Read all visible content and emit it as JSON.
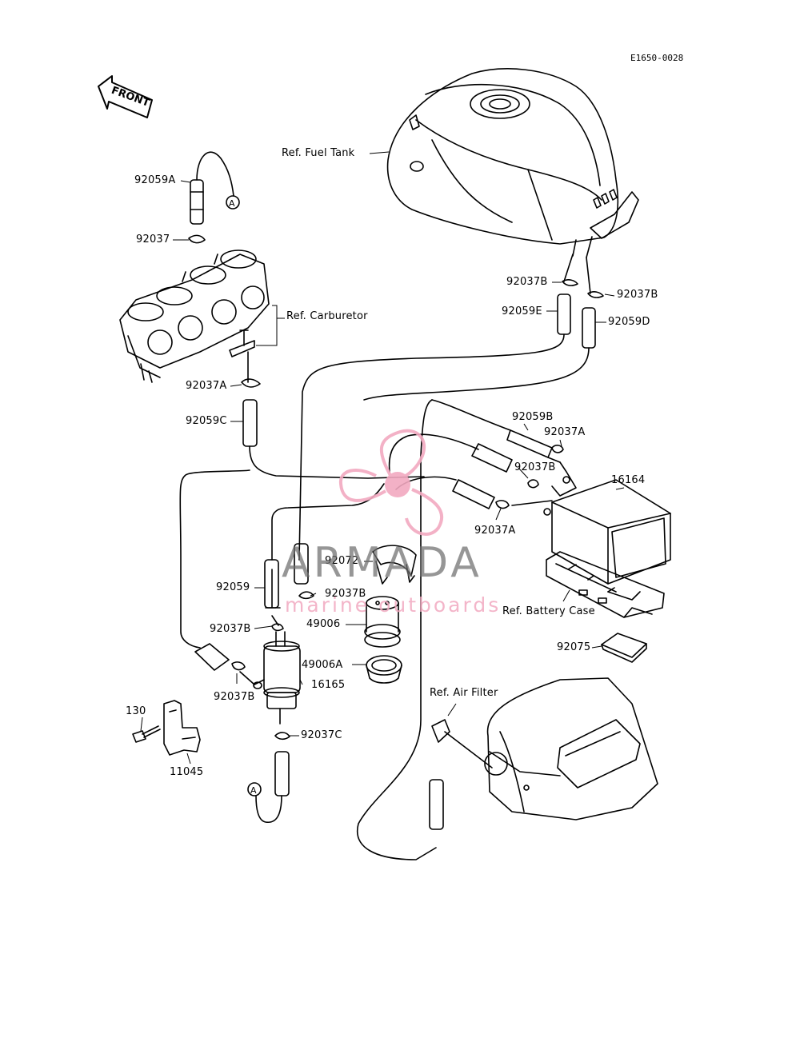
{
  "diagram": {
    "reference_code": "E1650-0028",
    "front_arrow_text": "FRONT",
    "connector_letter": "A",
    "labels": {
      "ref_fuel_tank": "Ref. Fuel Tank",
      "ref_carburetor": "Ref. Carburetor",
      "ref_battery_case": "Ref. Battery Case",
      "ref_air_filter": "Ref. Air Filter",
      "p92059A": "92059A",
      "p92037": "92037",
      "p92037B_tank_left": "92037B",
      "p92037B_tank_right": "92037B",
      "p92059E": "92059E",
      "p92059D": "92059D",
      "p92037A_carb": "92037A",
      "p92059C": "92059C",
      "p92059B": "92059B",
      "p92037A_top": "92037A",
      "p92037B_mid": "92037B",
      "p16164": "16164",
      "p92037A_mid": "92037A",
      "p92072": "92072",
      "p92059": "92059",
      "p92037B_pump_top": "92037B",
      "p92037B_left": "92037B",
      "p49006": "49006",
      "p49006A": "49006A",
      "p16165": "16165",
      "p92037B_bottom": "92037B",
      "p130": "130",
      "p11045": "11045",
      "p92037C": "92037C",
      "p92075": "92075"
    }
  },
  "watermark": {
    "brand": "ARMADA",
    "tagline": "marine outboards",
    "colors": {
      "brand_gray": "#6e6e6e",
      "accent_pink": "#f2a9c0"
    }
  }
}
